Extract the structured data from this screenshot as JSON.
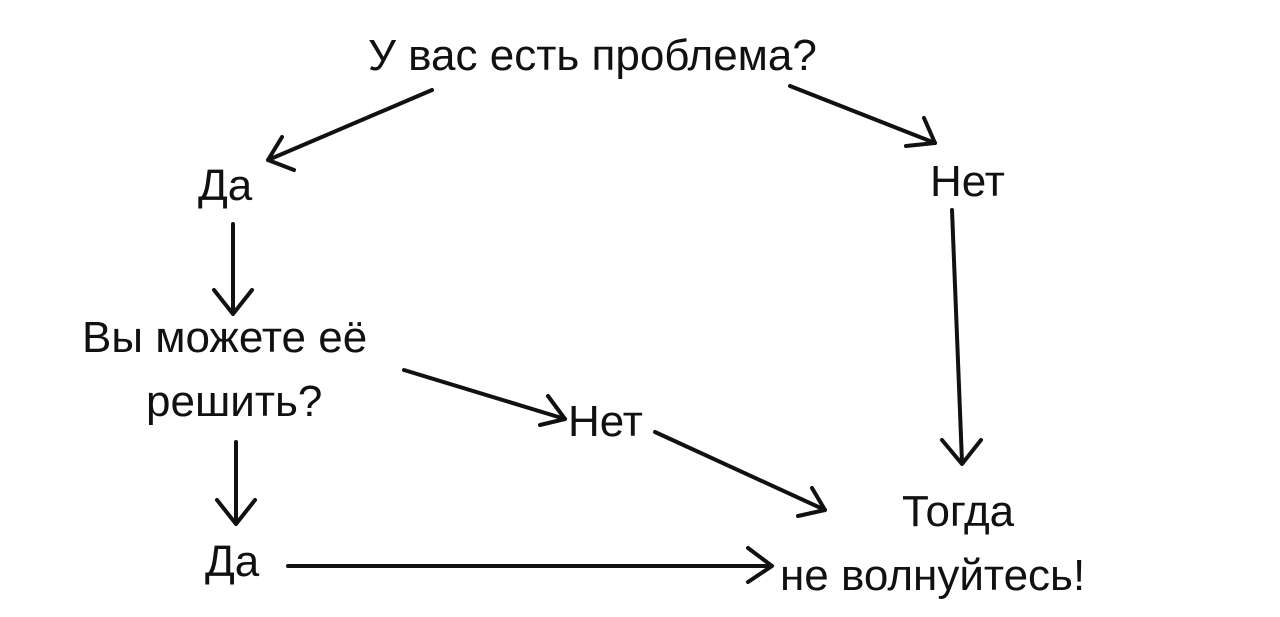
{
  "nodes": {
    "question_problem": "У вас есть проблема?",
    "answer_yes_1": "Да",
    "answer_no_1": "Нет",
    "question_solve_line1": "Вы можете её",
    "question_solve_line2": "решить?",
    "answer_no_2": "Нет",
    "answer_yes_2": "Да",
    "result_line1": "Тогда",
    "result_line2": "не волнуйтесь!"
  },
  "colors": {
    "ink": "#111111",
    "background": "#ffffff"
  }
}
